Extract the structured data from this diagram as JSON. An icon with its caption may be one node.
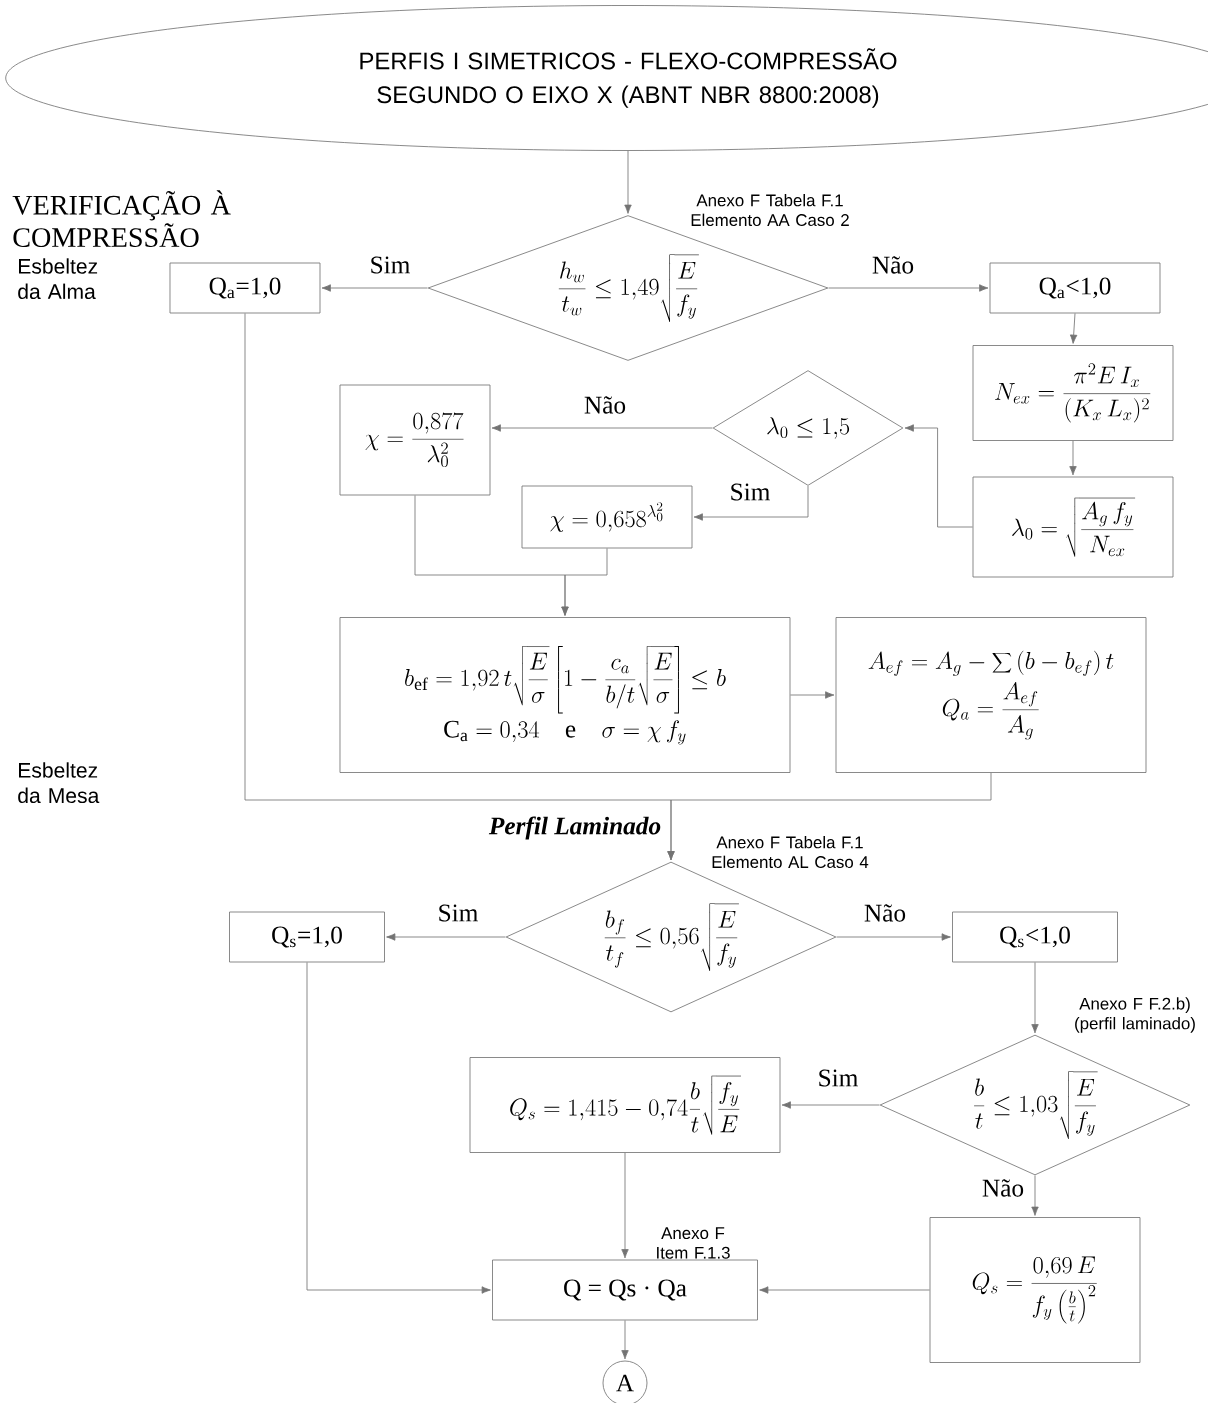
{
  "diagram": {
    "nodes": [
      {
        "text": [
          "PERFIS I SIMETRICOS - FLEXO-COMPRESSÃO SEGUNDO O EIXO X (ABNT NBR 8800:2008)"
        ]
      },
      {
        "text": [
          "\\frac{h_w}{t_w}\\le 1{,}49\\sqrt{\\frac{E}{f_y}}"
        ],
        "beside": [
          "Anexo F Tabela F.1 Elemento AA Caso 2"
        ]
      },
      {
        "text": [
          "Q$_{a}$=1,0"
        ]
      },
      {
        "text": [
          "Q$_{a}$<1,0"
        ]
      },
      {
        "text": [
          "N_{ex}=\\frac{\\pi^2 E\\, I_x}{(K_x\\, L_x)^2}"
        ]
      },
      {
        "text": [
          "\\lambda_0=\\sqrt{\\frac{A_g\\, f_y}{N_{ex}}}"
        ]
      },
      {
        "text": [
          "\\lambda_0\\le 1{,}5"
        ]
      },
      {
        "text": [
          "\\chi=\\frac{0{,}877}{\\lambda_0^2}"
        ]
      },
      {
        "text": [
          "\\chi=0{,}658^{\\lambda_0^2}"
        ]
      },
      {
        "text": [
          "b_{\\mathrm{ef}}=1{,}92\\, t\\sqrt{\\frac{E}{\\sigma}}\\left[1-\\frac{c_a}{b/t}\\sqrt{\\frac{E}{\\sigma}}\\right]\\le b",
          "\\mathrm{C_a}=0{,}34\\quad\\mathrm{e}\\quad\\sigma=\\chi\\, f_y"
        ]
      },
      {
        "text": [
          "A_{ef}=A_g-\\sum\\left(b-b_{ef}\\right)t",
          "Q_a=\\frac{A_{ef}}{A_g}"
        ]
      },
      {
        "text": [
          "\\frac{b_f}{t_f}\\le 0{,}56\\sqrt{\\frac{E}{f_y}}"
        ],
        "beside": [
          "Anexo F Tabela F.1 Elemento AL Caso 4"
        ]
      },
      {
        "text": [
          "Q$_{s}$=1,0"
        ]
      },
      {
        "text": [
          "Q$_{s}$<1,0"
        ]
      },
      {
        "text": [
          "\\frac{b}{t}\\le 1{,}03\\sqrt{\\frac{E}{f_y}}"
        ],
        "beside": [
          "Anexo F F.2.b) (perfil laminado)"
        ]
      },
      {
        "text": [
          "Q_s=1{,}415-0{,}74\\frac{b}{t}\\sqrt{\\frac{f_y}{E}}"
        ]
      },
      {
        "text": [
          "Q_s=\\frac{0{,}69\\, E}{f_y\\left(\\frac{b}{t}\\right)^2}"
        ]
      },
      {
        "text": [
          "Q = Qs · Qa"
        ],
        "beside": [
          "Anexo F Item F.1.3"
        ]
      },
      {
        "text": [
          "A"
        ]
      }
    ],
    "edges": [
      {
        "from": 0,
        "to": 1,
        "arrow": "to"
      },
      {
        "from": 1,
        "to": 2,
        "arrow": "to",
        "label": "Sim"
      },
      {
        "from": 1,
        "to": 3,
        "arrow": "to",
        "label": "Não"
      },
      {
        "from": 3,
        "to": 4,
        "arrow": "to"
      },
      {
        "from": 4,
        "to": 5,
        "arrow": "to"
      },
      {
        "from": 5,
        "to": 6,
        "arrow": "to"
      },
      {
        "from": 6,
        "to": 7,
        "arrow": "to",
        "label": "Não"
      },
      {
        "from": 6,
        "to": 8,
        "arrow": "to",
        "label": "Sim"
      },
      {
        "from": 7,
        "to": 9,
        "arrow": "to"
      },
      {
        "from": 8,
        "to": 9,
        "arrow": "to"
      },
      {
        "from": 9,
        "to": 10,
        "arrow": "to"
      },
      {
        "from": 2,
        "to": 11,
        "arrow": "to",
        "label": "Perfil Laminado"
      },
      {
        "from": 10,
        "to": 11,
        "arrow": "to"
      },
      {
        "from": 11,
        "to": 12,
        "arrow": "to",
        "label": "Sim"
      },
      {
        "from": 11,
        "to": 13,
        "arrow": "to",
        "label": "Não"
      },
      {
        "from": 13,
        "to": 14,
        "arrow": "to"
      },
      {
        "from": 14,
        "to": 15,
        "arrow": "to",
        "label": "Sim"
      },
      {
        "from": 14,
        "to": 16,
        "arrow": "to",
        "label": "Não"
      },
      {
        "from": 12,
        "to": 17,
        "arrow": "to"
      },
      {
        "from": 15,
        "to": 17,
        "arrow": "to"
      },
      {
        "from": 16,
        "to": 17,
        "arrow": "to"
      },
      {
        "from": 17,
        "to": 18,
        "arrow": "to"
      }
    ],
    "labels": [
      "VERIFICAÇÃO À COMPRESSÃO",
      "Esbeltez da Alma",
      "Esbeltez da Mesa"
    ]
  }
}
